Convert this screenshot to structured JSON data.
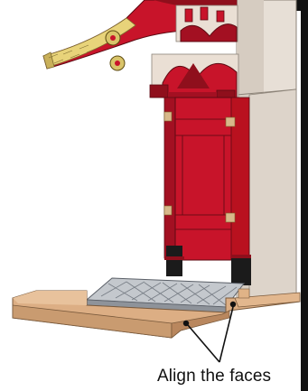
{
  "caption": "Align the faces",
  "colors": {
    "red": "#c8142a",
    "red_dark": "#8f0f1c",
    "red_shadow": "#a31022",
    "gold": "#c9b05a",
    "gold_dark": "#7c6a2e",
    "wall_light": "#e7dfd6",
    "wall_shadow": "#c9beb2",
    "wood": "#dcae84",
    "wood_dark": "#b9875e",
    "stone": "#a8adb3",
    "stone_light": "#c4c8cd",
    "black_band": "#1b1b1b",
    "border": "#111111"
  },
  "icons": {
    "pointer_left": "arrow-line",
    "pointer_right": "arrow-line"
  }
}
